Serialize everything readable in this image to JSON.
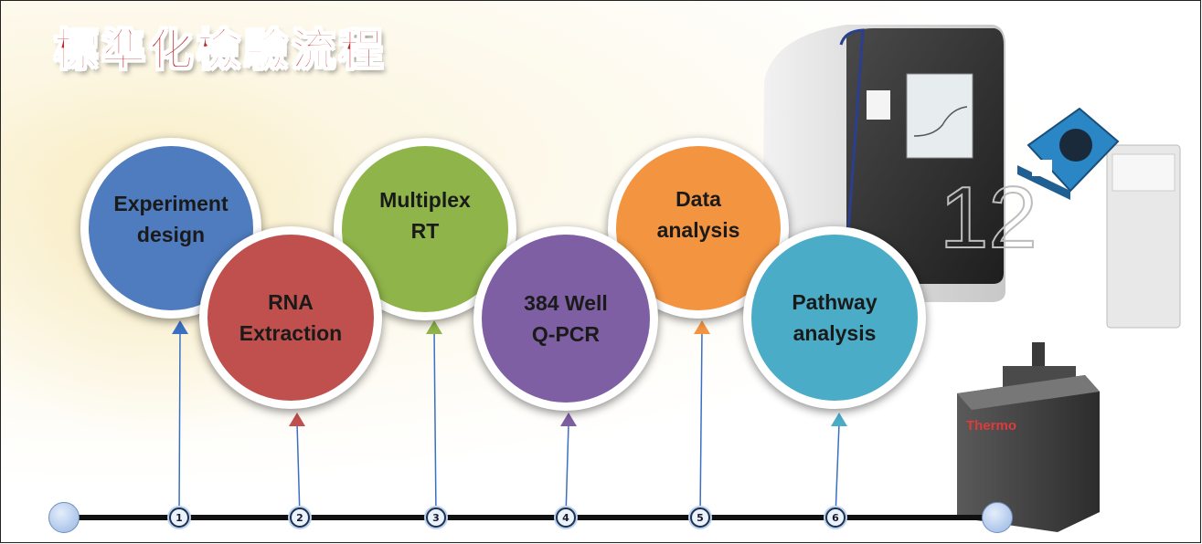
{
  "title": "標準化檢驗流程",
  "steps": [
    {
      "number": "1",
      "label": "Experiment\ndesign",
      "color": "#4f7cbf"
    },
    {
      "number": "2",
      "label": "RNA\nExtraction",
      "color": "#c0504d"
    },
    {
      "number": "3",
      "label": "Multiplex\nRT",
      "color": "#8fb54a"
    },
    {
      "number": "4",
      "label": "384 Well\nQ-PCR",
      "color": "#7e5fa3"
    },
    {
      "number": "5",
      "label": "Data\nanalysis",
      "color": "#f39440"
    },
    {
      "number": "6",
      "label": "Pathway\nanalysis",
      "color": "#4aacc6"
    }
  ],
  "instruments": {
    "qpcr_number": "12",
    "nanodrop_brand": "Thermo"
  }
}
